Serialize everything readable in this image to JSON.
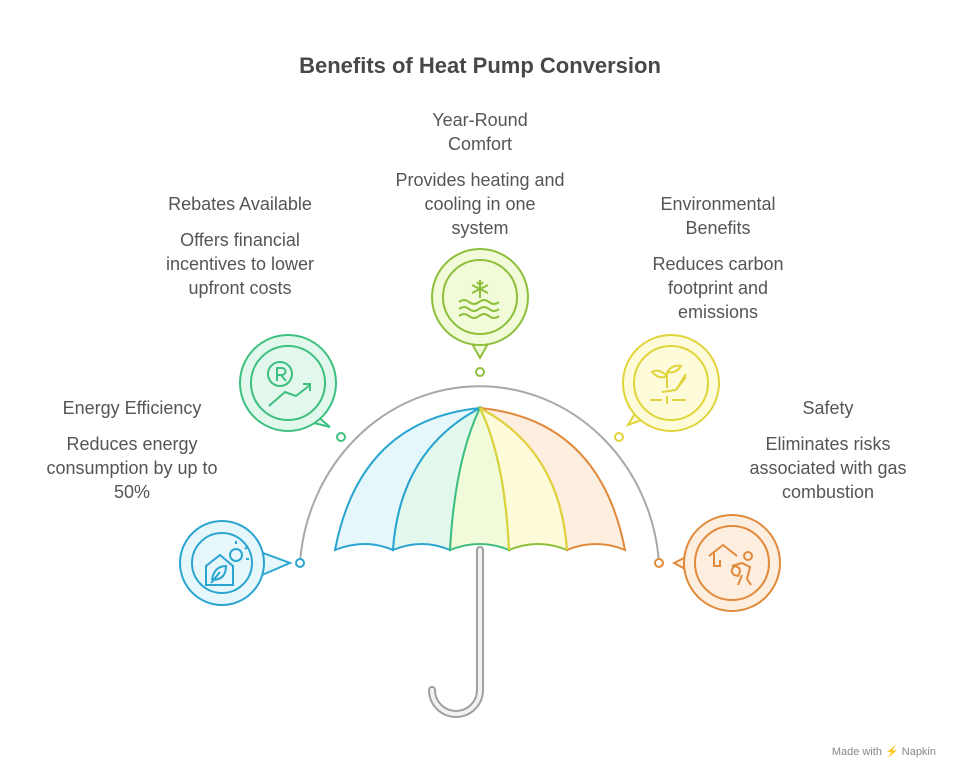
{
  "title": "Benefits of Heat Pump Conversion",
  "items": [
    {
      "heading": "Energy Efficiency",
      "text": "Reduces energy consumption by up to 50%",
      "icon": "house-sun-leaf-icon",
      "color": "#2aa5d0",
      "fill": "#e6f7fc"
    },
    {
      "heading": "Rebates Available",
      "text": "Offers financial incentives to lower upfront costs",
      "icon": "rebate-growth-icon",
      "color": "#3dbf7f",
      "fill": "#e3f8ec"
    },
    {
      "heading": "Year-Round Comfort",
      "text": "Provides heating and cooling in one system",
      "icon": "snowflake-waves-icon",
      "color": "#8dbf3a",
      "fill": "#f1fbd9"
    },
    {
      "heading": "Environmental Benefits",
      "text": "Reduces carbon footprint and emissions",
      "icon": "hand-plant-icon",
      "color": "#e0d43a",
      "fill": "#fdfbd9"
    },
    {
      "heading": "Safety",
      "text": "Eliminates risks associated with gas combustion",
      "icon": "house-person-icon",
      "color": "#e08a3c",
      "fill": "#fdeee0"
    }
  ],
  "footer": "Made with ⚡ Napkin"
}
